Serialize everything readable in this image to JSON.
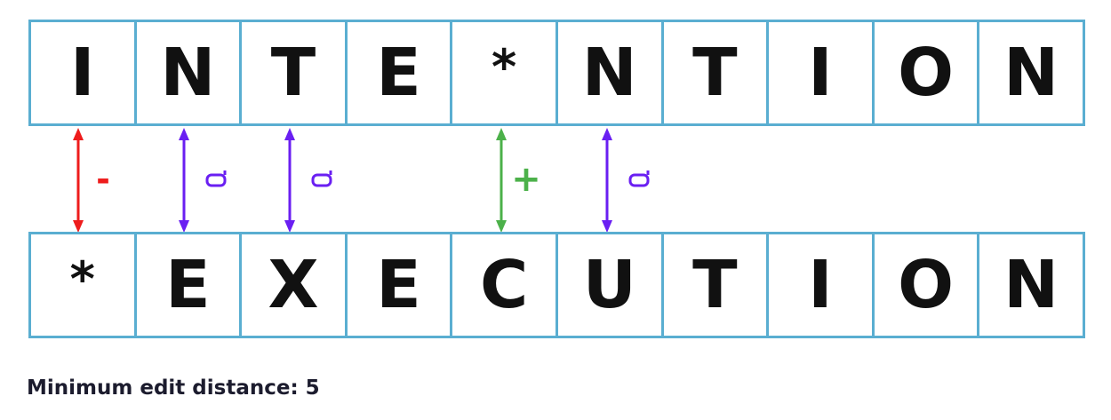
{
  "source_row": [
    "I",
    "N",
    "T",
    "E",
    "*",
    "N",
    "T",
    "I",
    "O",
    "N"
  ],
  "target_row": [
    "*",
    "E",
    "X",
    "E",
    "C",
    "U",
    "T",
    "I",
    "O",
    "N"
  ],
  "operations": [
    {
      "column": 1,
      "type": "delete",
      "symbol": "-",
      "color": "#ee1c1c"
    },
    {
      "column": 2,
      "type": "substitute",
      "symbol": "substitute-icon",
      "color": "#6a1ff2"
    },
    {
      "column": 3,
      "type": "substitute",
      "symbol": "substitute-icon",
      "color": "#6a1ff2"
    },
    {
      "column": 5,
      "type": "insert",
      "symbol": "+",
      "color": "#4cb14a"
    },
    {
      "column": 6,
      "type": "substitute",
      "symbol": "substitute-icon",
      "color": "#6a1ff2"
    }
  ],
  "caption": "Minimum edit distance: 5",
  "colors": {
    "cell_border": "#5aaed1",
    "letter": "#111111",
    "caption": "#1c1c2e"
  }
}
